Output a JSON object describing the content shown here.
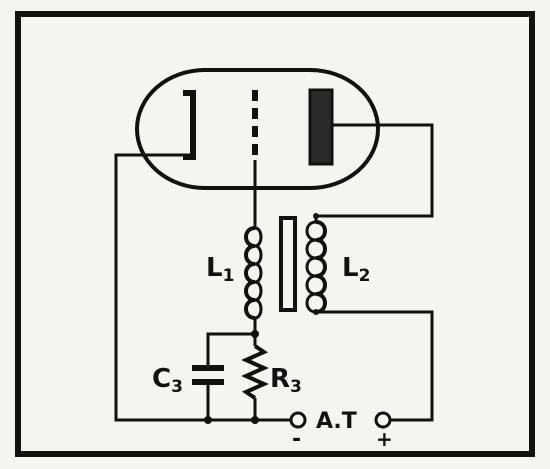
{
  "diagram": {
    "colors": {
      "background": "#f4f4f2",
      "ink": "#111111"
    },
    "labels": {
      "inductor_1": {
        "main": "L",
        "sub": "1"
      },
      "inductor_2": {
        "main": "L",
        "sub": "2"
      },
      "capacitor_3": {
        "main": "C",
        "sub": "3"
      },
      "resistor_3": {
        "main": "R",
        "sub": "3"
      },
      "terminal_minus": "-",
      "terminal_plus": "+",
      "supply": "A.T"
    },
    "components": [
      "triode-tube",
      "inductor-L1",
      "inductor-L2",
      "iron-core",
      "capacitor-C3",
      "resistor-R3",
      "supply-terminal-negative",
      "supply-terminal-positive"
    ]
  }
}
